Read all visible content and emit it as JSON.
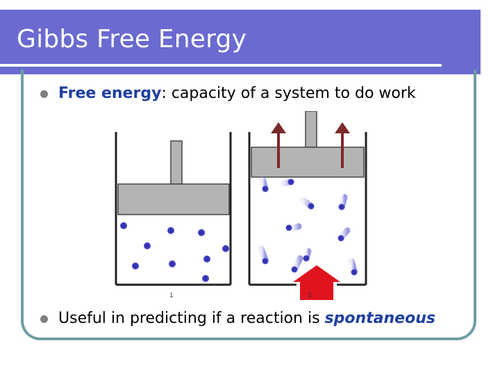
{
  "slide": {
    "title": "Gibbs Free Energy",
    "bullets": [
      {
        "term": "Free energy",
        "text": ": capacity of a system to do work"
      },
      {
        "text": "Useful in predicting if a reaction is ",
        "emph": "spontaneous"
      }
    ]
  },
  "figure": {
    "label_1": "1",
    "label_2": "2"
  },
  "colors": {
    "title_bar": "#6a6ad0",
    "frame": "#6f9ea3",
    "emphasis": "#1f3fa0",
    "molecule": "#3a3ab8",
    "arrow_up": "#7a2a2a",
    "arrow_heat": "#e0141e"
  }
}
